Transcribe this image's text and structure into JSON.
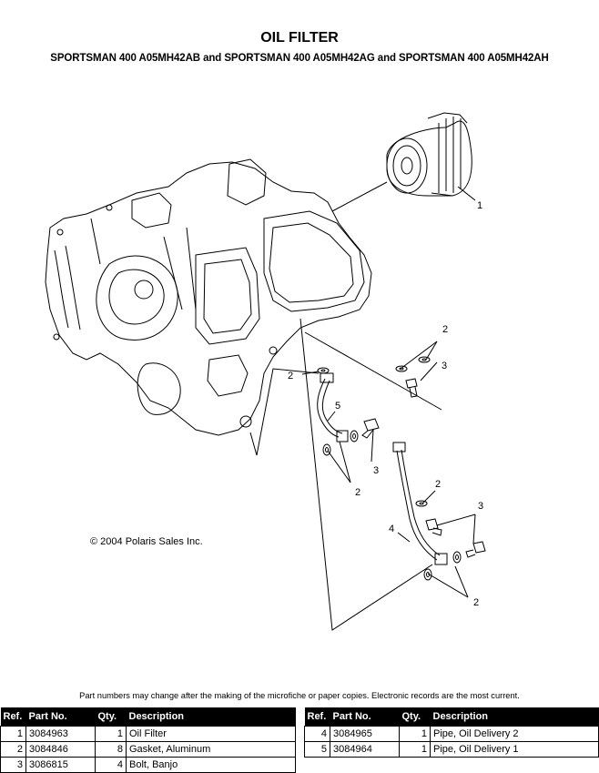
{
  "header": {
    "title": "OIL FILTER",
    "subtitle": "SPORTSMAN 400 A05MH42AB and SPORTSMAN 400 A05MH42AG and SPORTSMAN 400 A05MH42AH"
  },
  "diagram": {
    "callouts": [
      "1",
      "2",
      "2",
      "3",
      "2",
      "5",
      "3",
      "2",
      "2",
      "3",
      "4",
      "2"
    ],
    "copyright": "© 2004 Polaris Sales Inc."
  },
  "notice": "Part numbers may change after the making of the microfiche or paper copies.  Electronic records are the most current.",
  "table": {
    "headers": {
      "ref": "Ref.",
      "part": "Part No.",
      "qty": "Qty.",
      "desc": "Description"
    },
    "left_rows": [
      {
        "ref": "1",
        "part": "3084963",
        "qty": "1",
        "desc": "Oil Filter"
      },
      {
        "ref": "2",
        "part": "3084846",
        "qty": "8",
        "desc": "Gasket, Aluminum"
      },
      {
        "ref": "3",
        "part": "3086815",
        "qty": "4",
        "desc": "Bolt, Banjo"
      }
    ],
    "right_rows": [
      {
        "ref": "4",
        "part": "3084965",
        "qty": "1",
        "desc": "Pipe, Oil Delivery 2"
      },
      {
        "ref": "5",
        "part": "3084964",
        "qty": "1",
        "desc": "Pipe, Oil Delivery 1"
      }
    ]
  }
}
